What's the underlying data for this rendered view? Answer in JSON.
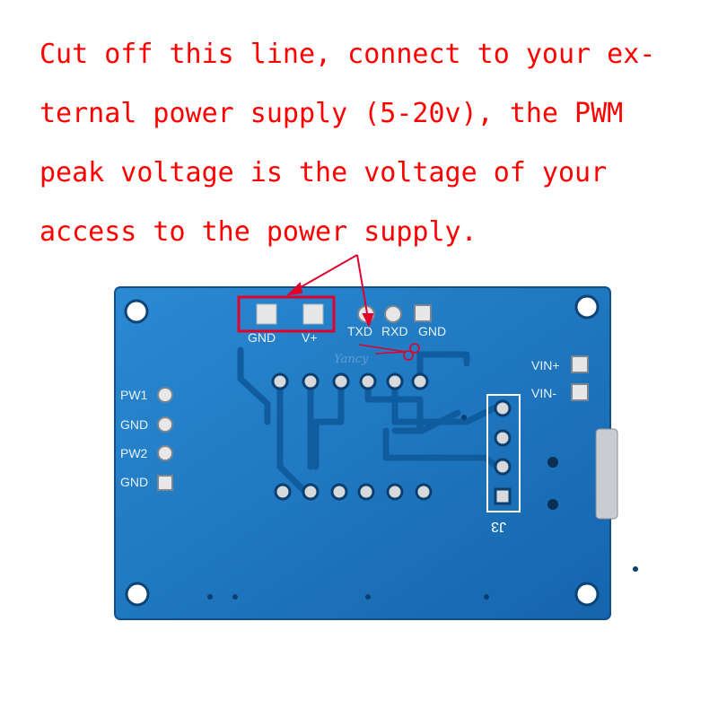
{
  "caption": {
    "lines": [
      "Cut off this line, connect to your ex-",
      "ternal power supply (5-20v), the PWM",
      "peak voltage is the voltage of your",
      "access to the power supply."
    ]
  },
  "board": {
    "top_labels": {
      "gnd": "GND",
      "vplus": "V+",
      "txd": "TXD",
      "rxd": "RXD",
      "gnd2": "GND"
    },
    "left_labels": {
      "pw1": "PW1",
      "gnd1": "GND",
      "pw2": "PW2",
      "gnd2": "GND"
    },
    "right_labels": {
      "vin_plus": "VIN+",
      "vin_minus": "VIN-"
    },
    "j3": "J3",
    "watermark": "Yancy"
  },
  "colors": {
    "caption": "#ff0000",
    "board": "#1a78c2",
    "highlight_box": "#e0002a"
  }
}
